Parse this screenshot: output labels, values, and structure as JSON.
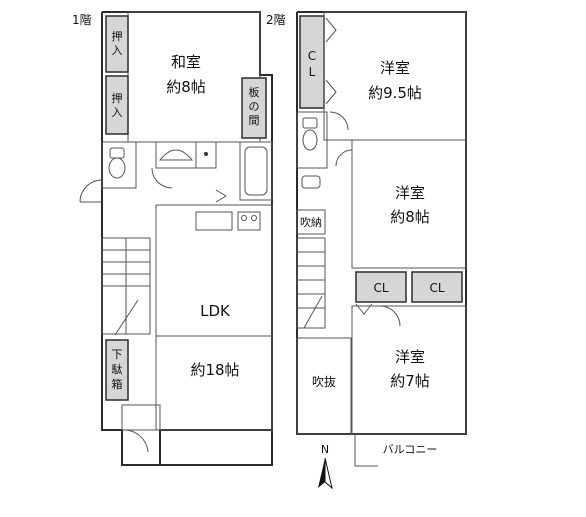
{
  "floors": [
    {
      "label": "1階",
      "rooms": {
        "japanese": {
          "name": "和室",
          "size": "約8帖"
        },
        "ldk": {
          "name": "LDK",
          "size": "約18帖"
        }
      },
      "storage": {
        "oshiire1": [
          "押",
          "入"
        ],
        "oshiire2": [
          "押",
          "入"
        ],
        "itanoma": [
          "板",
          "の",
          "間"
        ],
        "getabako": [
          "下",
          "駄",
          "箱"
        ]
      }
    },
    {
      "label": "2階",
      "rooms": {
        "western1": {
          "name": "洋室",
          "size": "約9.5帖"
        },
        "western2": {
          "name": "洋室",
          "size": "約8帖"
        },
        "western3": {
          "name": "洋室",
          "size": "約7帖"
        }
      },
      "storage": {
        "cl_vertical": [
          "C",
          "L"
        ],
        "cl_left": "CL",
        "cl_right": "CL",
        "fukinuke_storage": "吹納",
        "fukinuke": "吹抜",
        "balcony": "バルコニー"
      }
    }
  ],
  "compass": {
    "north_label": "N"
  }
}
